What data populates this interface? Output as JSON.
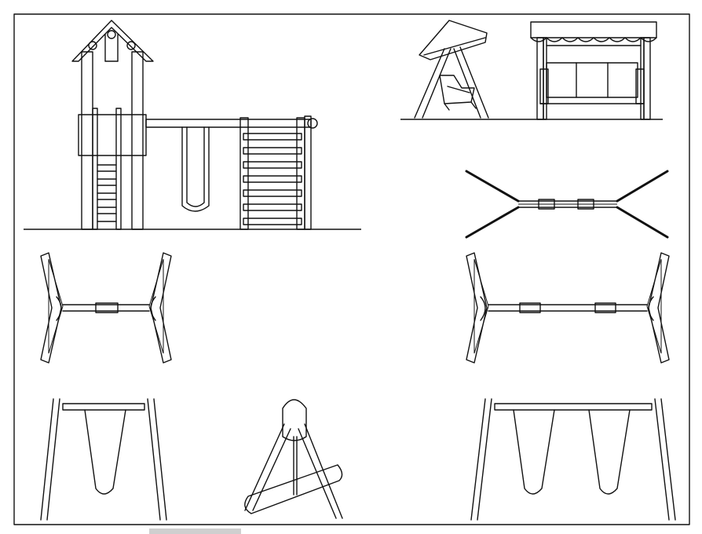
{
  "drawing": {
    "title": "",
    "border_color": "#111111",
    "background": "#ffffff",
    "panels": [
      {
        "name": "playhouse-tower-elevation",
        "icon": "playset-with-slide-icon"
      },
      {
        "name": "canopy-glider-side-view",
        "icon": "canopy-swing-icon"
      },
      {
        "name": "canopy-glider-front-view",
        "icon": "canopy-swing-icon"
      },
      {
        "name": "x-frame-swing-plan",
        "icon": "a-frame-plan-icon"
      },
      {
        "name": "single-swing-plan",
        "icon": "a-frame-plan-icon"
      },
      {
        "name": "double-swing-plan",
        "icon": "a-frame-plan-icon"
      },
      {
        "name": "single-swing-front",
        "icon": "swing-icon"
      },
      {
        "name": "swing-side-view",
        "icon": "swing-icon"
      },
      {
        "name": "double-swing-front",
        "icon": "swing-icon"
      }
    ]
  },
  "scrollbar": {
    "position": 0.22
  }
}
